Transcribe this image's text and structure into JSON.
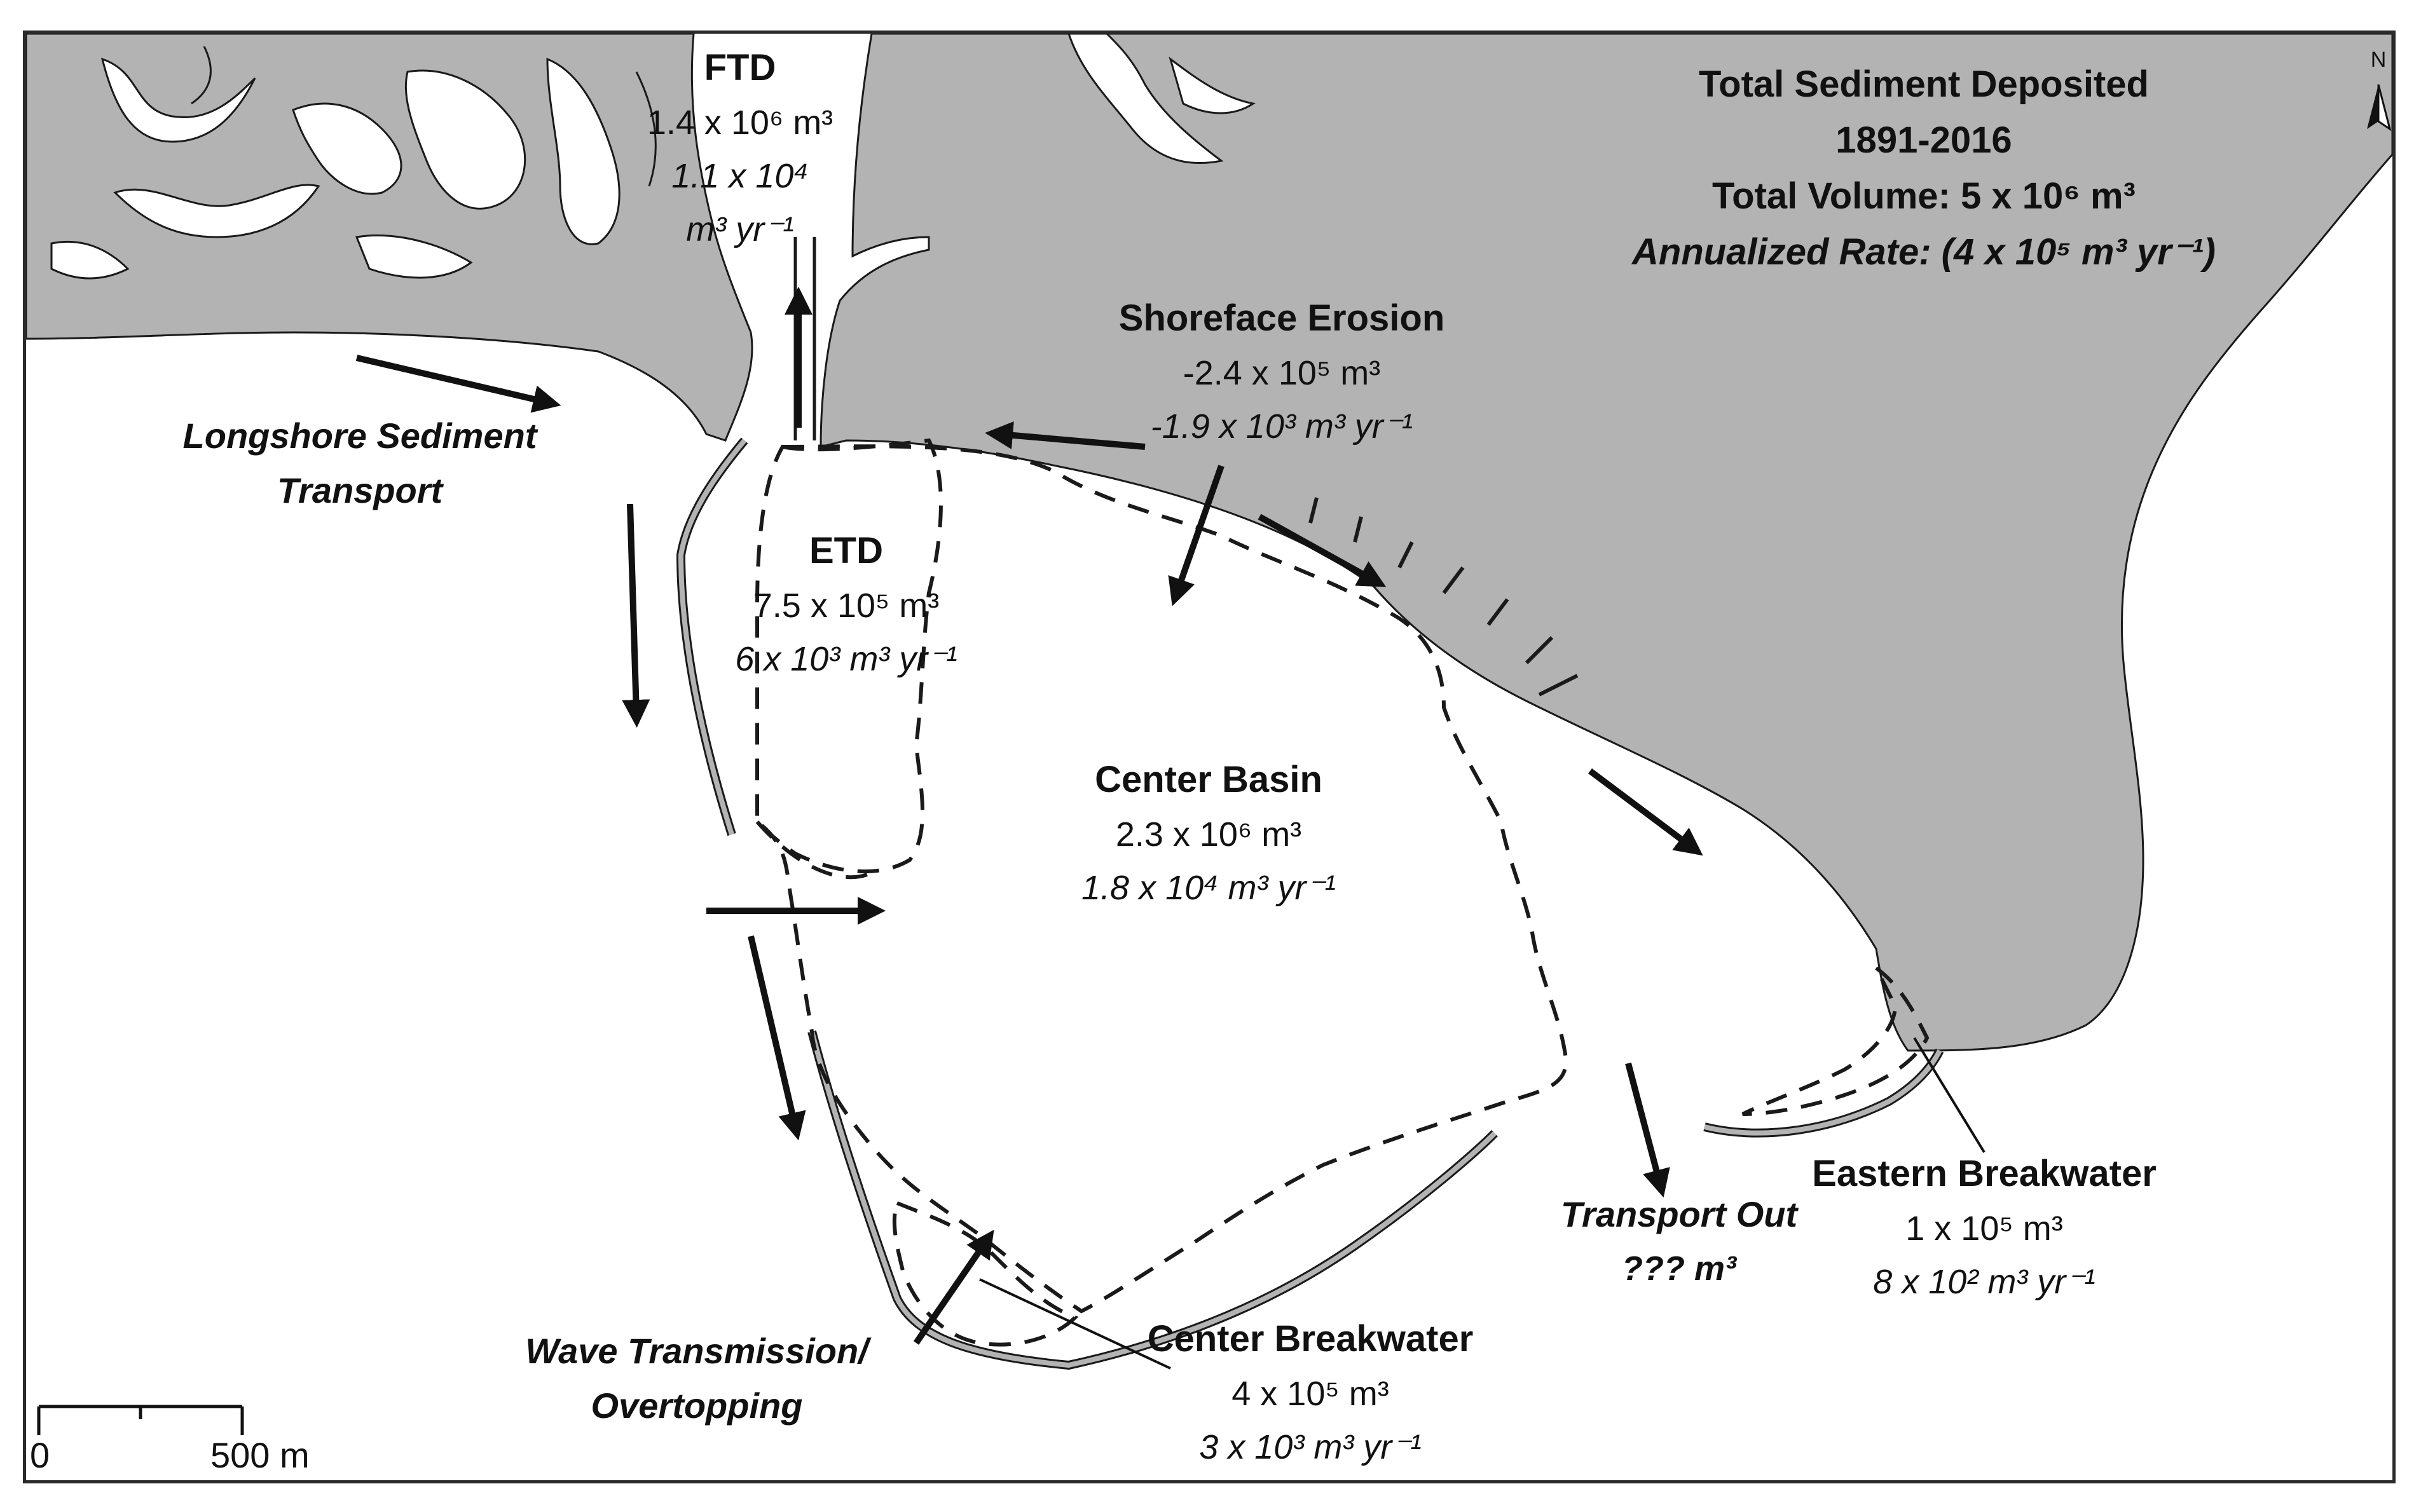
{
  "title": {
    "line1": "Total Sediment Deposited",
    "line2": "1891-2016",
    "line3": "Total Volume: 5 x 10⁶ m³",
    "line4": "Annualized Rate: (4 x 10⁵ m³ yr⁻¹)"
  },
  "north": "N",
  "regions": {
    "ftd": {
      "name": "FTD",
      "volume": "1.4 x 10⁶ m³",
      "rate_a": "1.1 x 10⁴",
      "rate_b": "m³ yr⁻¹"
    },
    "etd": {
      "name": "ETD",
      "volume": "7.5 x 10⁵ m³",
      "rate": "6 x 10³ m³ yr⁻¹"
    },
    "center_basin": {
      "name": "Center Basin",
      "volume": "2.3 x 10⁶ m³",
      "rate": "1.8 x 10⁴ m³ yr⁻¹"
    },
    "shoreface_erosion": {
      "name": "Shoreface Erosion",
      "volume": "-2.4 x 10⁵ m³",
      "rate": "-1.9 x 10³ m³ yr⁻¹"
    },
    "center_breakwater": {
      "name": "Center Breakwater",
      "volume": "4 x 10⁵ m³",
      "rate": "3 x 10³ m³ yr⁻¹"
    },
    "eastern_breakwater": {
      "name": "Eastern Breakwater",
      "volume": "1 x 10⁵ m³",
      "rate": "8 x 10² m³ yr⁻¹"
    }
  },
  "processes": {
    "longshore_a": "Longshore Sediment",
    "longshore_b": "Transport",
    "wave_a": "Wave Transmission/",
    "wave_b": "Overtopping",
    "transport_out_a": "Transport Out",
    "transport_out_b": "??? m³"
  },
  "scale_bar": {
    "zero": "0",
    "end": "500 m"
  },
  "colors": {
    "land": "#b3b3b3",
    "water": "#ffffff",
    "outline": "#1a1a1a"
  }
}
